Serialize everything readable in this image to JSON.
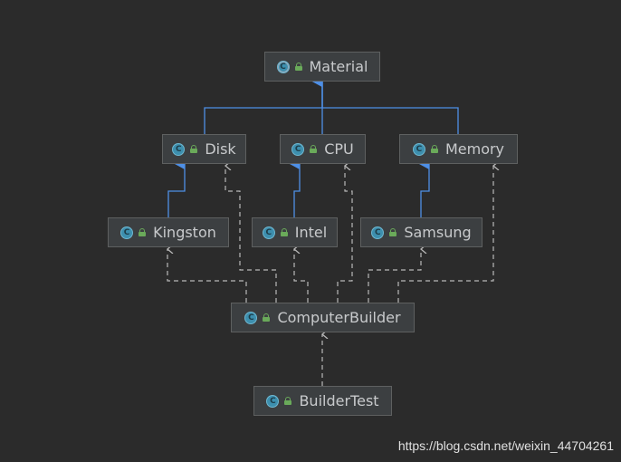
{
  "diagram": {
    "nodes": {
      "material": {
        "label": "Material",
        "kind": "abstract-class"
      },
      "disk": {
        "label": "Disk",
        "kind": "class"
      },
      "cpu": {
        "label": "CPU",
        "kind": "class"
      },
      "memory": {
        "label": "Memory",
        "kind": "class"
      },
      "kingston": {
        "label": "Kingston",
        "kind": "class"
      },
      "intel": {
        "label": "Intel",
        "kind": "class"
      },
      "samsung": {
        "label": "Samsung",
        "kind": "class"
      },
      "computer_builder": {
        "label": "ComputerBuilder",
        "kind": "class"
      },
      "builder_test": {
        "label": "BuilderTest",
        "kind": "runnable-class"
      }
    },
    "edges": [
      {
        "from": "disk",
        "to": "material",
        "type": "inheritance"
      },
      {
        "from": "cpu",
        "to": "material",
        "type": "inheritance"
      },
      {
        "from": "memory",
        "to": "material",
        "type": "inheritance"
      },
      {
        "from": "kingston",
        "to": "disk",
        "type": "inheritance"
      },
      {
        "from": "intel",
        "to": "cpu",
        "type": "inheritance"
      },
      {
        "from": "samsung",
        "to": "memory",
        "type": "inheritance"
      },
      {
        "from": "computer_builder",
        "to": "disk",
        "type": "dependency"
      },
      {
        "from": "computer_builder",
        "to": "cpu",
        "type": "dependency"
      },
      {
        "from": "computer_builder",
        "to": "memory",
        "type": "dependency"
      },
      {
        "from": "computer_builder",
        "to": "kingston",
        "type": "dependency"
      },
      {
        "from": "computer_builder",
        "to": "intel",
        "type": "dependency"
      },
      {
        "from": "computer_builder",
        "to": "samsung",
        "type": "dependency"
      },
      {
        "from": "builder_test",
        "to": "computer_builder",
        "type": "dependency"
      }
    ]
  },
  "colors": {
    "background": "#2b2b2b",
    "inheritance": "#4e8fe6",
    "dependency": "#b8b8b8",
    "class_icon": "#3d8fae",
    "access_icon": "#6aaa5a"
  },
  "watermark": "https://blog.csdn.net/weixin_44704261"
}
